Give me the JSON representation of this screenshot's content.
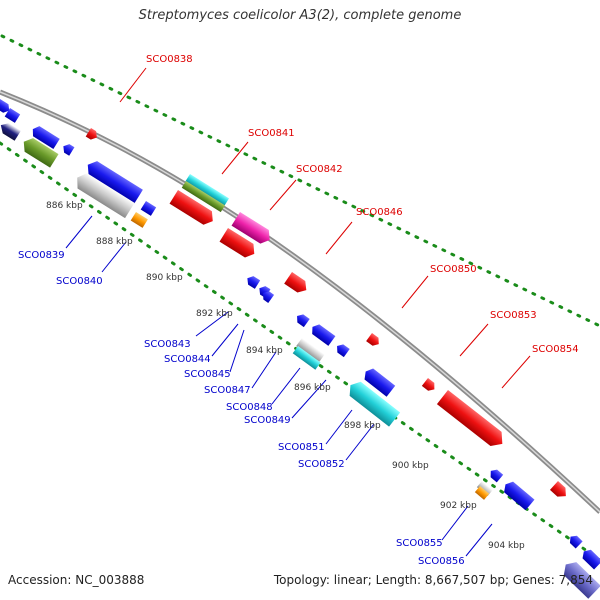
{
  "title": "Streptomyces coelicolor A3(2), complete genome",
  "footer": {
    "accession_label": "Accession: NC_003888",
    "topology": "Topology: linear;",
    "length": "Length: 8,667,507 bp;",
    "genes": "Genes: 7,854"
  },
  "colors": {
    "backbone": "#8c8c8c",
    "tick_dots": "#1a8c1a",
    "label_forward": "#dd0000",
    "label_reverse": "#0000cc",
    "gene_red": "#ee1111",
    "gene_blue": "#1a1aee",
    "gene_cyan": "#22d0d8",
    "gene_olive": "#6a9a2a",
    "gene_magenta": "#ee22aa",
    "gene_orange": "#ff9900",
    "gene_grey": "#c8c8c8",
    "gene_navy": "#202080",
    "gene_lavender": "#6a6ac8"
  },
  "kbp_markers": [
    "886 kbp",
    "888 kbp",
    "890 kbp",
    "892 kbp",
    "894 kbp",
    "896 kbp",
    "898 kbp",
    "900 kbp",
    "902 kbp",
    "904 kbp"
  ],
  "forward_gene_labels": [
    "SCO0838",
    "SCO0841",
    "SCO0842",
    "SCO0846",
    "SCO0850",
    "SCO0853",
    "SCO0854"
  ],
  "reverse_gene_labels": [
    "SCO0839",
    "SCO0840",
    "SCO0843",
    "SCO0844",
    "SCO0845",
    "SCO0847",
    "SCO0848",
    "SCO0849",
    "SCO0851",
    "SCO0852",
    "SCO0855",
    "SCO0856"
  ]
}
